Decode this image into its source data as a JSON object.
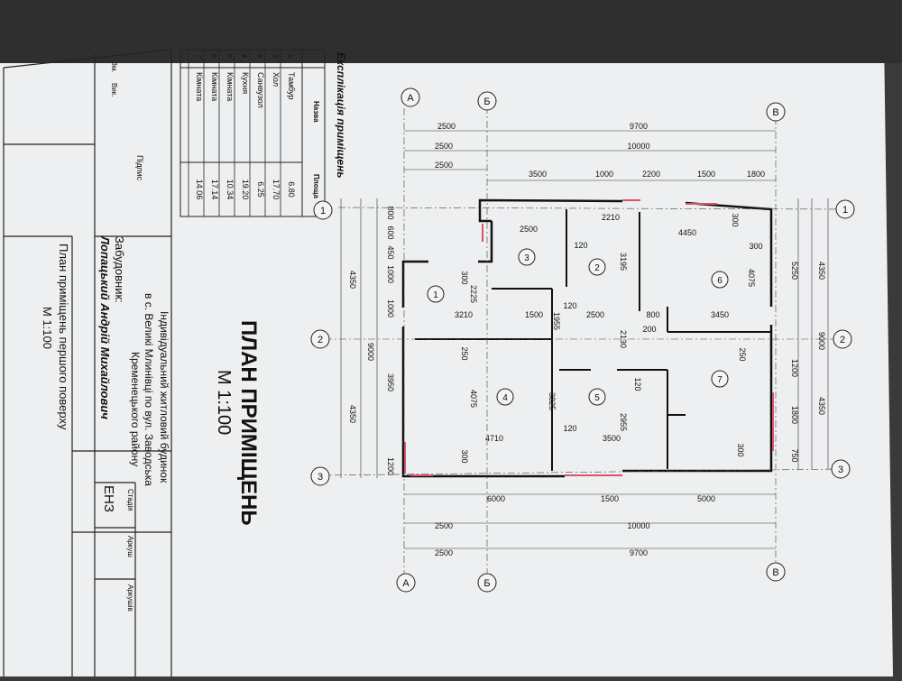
{
  "plan_title": "ПЛАН ПРИМІЩЕНЬ",
  "plan_scale": "М 1:100",
  "explication": {
    "title": "Експлікація приміщень",
    "header_name": "Назва",
    "header_area": "Площа",
    "rows": [
      {
        "no": "1",
        "name": "Тамбур",
        "area": "6.80"
      },
      {
        "no": "2",
        "name": "Хол",
        "area": "17.70"
      },
      {
        "no": "3",
        "name": "Санвузол",
        "area": "6.25"
      },
      {
        "no": "4",
        "name": "Кухня",
        "area": "19.20"
      },
      {
        "no": "5",
        "name": "Кімната",
        "area": "10.34"
      },
      {
        "no": "6",
        "name": "Кімната",
        "area": "17.14"
      },
      {
        "no": "7",
        "name": "Кімната",
        "area": "14.06"
      }
    ]
  },
  "title_block": {
    "project_line1": "Індивідуальний житловий будинок",
    "project_line2": "в с. Великі Млинівці по вул. Заводська",
    "project_line3": "Кременецького району",
    "developer_label": "Забудовник:",
    "developer_name": "Лопацький Андрій Михайлович",
    "sheet_title": "План приміщень першого поверху",
    "sheet_scale": "М 1:100",
    "stage_label": "Стадія",
    "sheet_label": "Аркуш",
    "sheets_label": "Аркушів",
    "stage_value": "ЕНЗ",
    "signature_label": "Підпис",
    "side_label_1": "Зм.",
    "side_label_2": "Вик."
  },
  "axes": {
    "letters": [
      "А",
      "Б",
      "В"
    ],
    "numbers": [
      "1",
      "2",
      "3"
    ]
  },
  "room_numbers": [
    "1",
    "2",
    "3",
    "4",
    "5",
    "6",
    "7"
  ],
  "dims_top": [
    "2500",
    "2500",
    "2500",
    "9700",
    "10000",
    "3500",
    "1000",
    "2200",
    "1500",
    "1800"
  ],
  "dims_bottom": [
    "6000",
    "1500",
    "5000",
    "2500",
    "10000",
    "2500",
    "9700"
  ],
  "dims_left": [
    "800",
    "600",
    "450",
    "1000",
    "1000",
    "3950",
    "1200",
    "4350",
    "9000",
    "4350"
  ],
  "dims_right": [
    "5250",
    "1200",
    "1800",
    "750",
    "4350",
    "9000",
    "4350"
  ],
  "dims_inner": [
    "2500",
    "2210",
    "4450",
    "300",
    "120",
    "3195",
    "300",
    "4075",
    "2225",
    "3210",
    "1500",
    "1955",
    "120",
    "2500",
    "2130",
    "800",
    "200",
    "3450",
    "250",
    "120",
    "3825",
    "4075",
    "4710",
    "3500",
    "2955",
    "120",
    "300",
    "300",
    "250",
    "300"
  ]
}
